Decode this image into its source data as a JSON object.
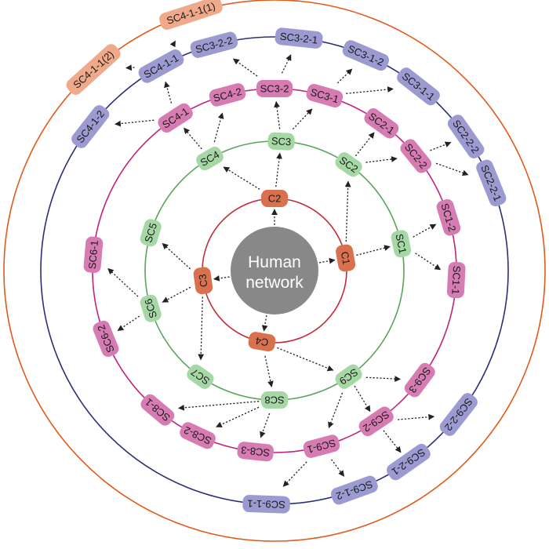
{
  "hub": {
    "lines": [
      "Human",
      "network"
    ],
    "color": "#888888"
  },
  "rings": [
    {
      "id": "r1",
      "stroke": "#c22a3a",
      "fill": "#d9714e"
    },
    {
      "id": "r2",
      "stroke": "#5aa35a",
      "fill": "#a6d8a6"
    },
    {
      "id": "r3",
      "stroke": "#c0237e",
      "fill": "#d77bb3"
    },
    {
      "id": "r4",
      "stroke": "#2a2f78",
      "fill": "#9b9bd2"
    },
    {
      "id": "r5",
      "stroke": "#e05a1a",
      "fill": "#eeaa8a"
    }
  ],
  "nodes": [
    {
      "id": "C1",
      "label": "C1",
      "ring": "r1"
    },
    {
      "id": "C2",
      "label": "C2",
      "ring": "r1"
    },
    {
      "id": "C3",
      "label": "C3",
      "ring": "r1"
    },
    {
      "id": "C4",
      "label": "C4",
      "ring": "r1"
    },
    {
      "id": "SC1",
      "label": "SC1",
      "ring": "r2"
    },
    {
      "id": "SC2",
      "label": "SC2",
      "ring": "r2"
    },
    {
      "id": "SC3",
      "label": "SC3",
      "ring": "r2"
    },
    {
      "id": "SC4",
      "label": "SC4",
      "ring": "r2"
    },
    {
      "id": "SC5",
      "label": "SC5",
      "ring": "r2"
    },
    {
      "id": "SC6",
      "label": "SC6",
      "ring": "r2"
    },
    {
      "id": "SC7",
      "label": "SC7",
      "ring": "r2"
    },
    {
      "id": "SC8",
      "label": "SC8",
      "ring": "r2"
    },
    {
      "id": "SC9",
      "label": "SC9",
      "ring": "r2"
    },
    {
      "id": "SC1-1",
      "label": "SC1-1",
      "ring": "r3"
    },
    {
      "id": "SC1-2",
      "label": "SC1-2",
      "ring": "r3"
    },
    {
      "id": "SC2-2",
      "label": "SC2-2",
      "ring": "r3"
    },
    {
      "id": "SC2-1",
      "label": "SC2-1",
      "ring": "r3"
    },
    {
      "id": "SC3-1",
      "label": "SC3-1",
      "ring": "r3"
    },
    {
      "id": "SC3-2",
      "label": "SC3-2",
      "ring": "r3"
    },
    {
      "id": "SC4-2",
      "label": "SC4-2",
      "ring": "r3"
    },
    {
      "id": "SC4-1",
      "label": "SC4-1",
      "ring": "r3"
    },
    {
      "id": "SC6-1",
      "label": "SC6-1",
      "ring": "r3"
    },
    {
      "id": "SC6-2",
      "label": "SC6-2",
      "ring": "r3"
    },
    {
      "id": "SC8-1",
      "label": "SC8-1",
      "ring": "r3"
    },
    {
      "id": "SC8-2",
      "label": "SC8-2",
      "ring": "r3"
    },
    {
      "id": "SC8-3",
      "label": "SC8-3",
      "ring": "r3"
    },
    {
      "id": "SC9-1",
      "label": "SC9-1",
      "ring": "r3"
    },
    {
      "id": "SC9-2",
      "label": "SC9-2",
      "ring": "r3"
    },
    {
      "id": "SC9-3",
      "label": "SC9-3",
      "ring": "r3"
    },
    {
      "id": "SC2-2-1",
      "label": "SC2-2-1",
      "ring": "r4"
    },
    {
      "id": "SC2-2-2",
      "label": "SC2-2-2",
      "ring": "r4"
    },
    {
      "id": "SC3-1-1",
      "label": "SC3-1-1",
      "ring": "r4"
    },
    {
      "id": "SC3-1-2",
      "label": "SC3-1-2",
      "ring": "r4"
    },
    {
      "id": "SC3-2-1",
      "label": "SC3-2-1",
      "ring": "r4"
    },
    {
      "id": "SC3-2-2",
      "label": "SC3-2-2",
      "ring": "r4"
    },
    {
      "id": "SC4-1-1",
      "label": "SC4-1-1",
      "ring": "r4"
    },
    {
      "id": "SC4-1-2",
      "label": "SC4-1-2",
      "ring": "r4"
    },
    {
      "id": "SC9-2-2",
      "label": "SC9-2-2",
      "ring": "r4"
    },
    {
      "id": "SC9-2-1",
      "label": "SC9-2-1",
      "ring": "r4"
    },
    {
      "id": "SC9-1-2",
      "label": "SC9-1-2",
      "ring": "r4"
    },
    {
      "id": "SC9-1-1",
      "label": "SC9-1-1",
      "ring": "r4"
    },
    {
      "id": "SC4-1-1(1)",
      "label": "SC4-1-1(1)",
      "ring": "r5"
    },
    {
      "id": "SC4-1-1(2)",
      "label": "SC4-1-1(2)",
      "ring": "r5"
    }
  ],
  "edges": [
    [
      "hub",
      "C1"
    ],
    [
      "hub",
      "C2"
    ],
    [
      "hub",
      "C3"
    ],
    [
      "hub",
      "C4"
    ],
    [
      "C1",
      "SC1"
    ],
    [
      "C1",
      "SC2"
    ],
    [
      "C2",
      "SC3"
    ],
    [
      "C2",
      "SC4"
    ],
    [
      "C3",
      "SC5"
    ],
    [
      "C3",
      "SC6"
    ],
    [
      "C3",
      "SC7"
    ],
    [
      "C4",
      "SC8"
    ],
    [
      "C4",
      "SC9"
    ],
    [
      "SC1",
      "SC1-1"
    ],
    [
      "SC1",
      "SC1-2"
    ],
    [
      "SC2",
      "SC2-1"
    ],
    [
      "SC2",
      "SC2-2"
    ],
    [
      "SC3",
      "SC3-1"
    ],
    [
      "SC3",
      "SC3-2"
    ],
    [
      "SC4",
      "SC4-1"
    ],
    [
      "SC4",
      "SC4-2"
    ],
    [
      "SC6",
      "SC6-1"
    ],
    [
      "SC6",
      "SC6-2"
    ],
    [
      "SC8",
      "SC8-1"
    ],
    [
      "SC8",
      "SC8-2"
    ],
    [
      "SC8",
      "SC8-3"
    ],
    [
      "SC9",
      "SC9-1"
    ],
    [
      "SC9",
      "SC9-2"
    ],
    [
      "SC9",
      "SC9-3"
    ],
    [
      "SC2-2",
      "SC2-2-1"
    ],
    [
      "SC2-2",
      "SC2-2-2"
    ],
    [
      "SC3-1",
      "SC3-1-1"
    ],
    [
      "SC3-1",
      "SC3-1-2"
    ],
    [
      "SC3-2",
      "SC3-2-1"
    ],
    [
      "SC3-2",
      "SC3-2-2"
    ],
    [
      "SC4-1",
      "SC4-1-1"
    ],
    [
      "SC4-1",
      "SC4-1-2"
    ],
    [
      "SC9-2",
      "SC9-2-1"
    ],
    [
      "SC9-2",
      "SC9-2-2"
    ],
    [
      "SC9-1",
      "SC9-1-1"
    ],
    [
      "SC9-1",
      "SC9-1-2"
    ],
    [
      "SC4-1-1",
      "SC4-1-1(1)"
    ],
    [
      "SC4-1-1",
      "SC4-1-1(2)"
    ]
  ]
}
